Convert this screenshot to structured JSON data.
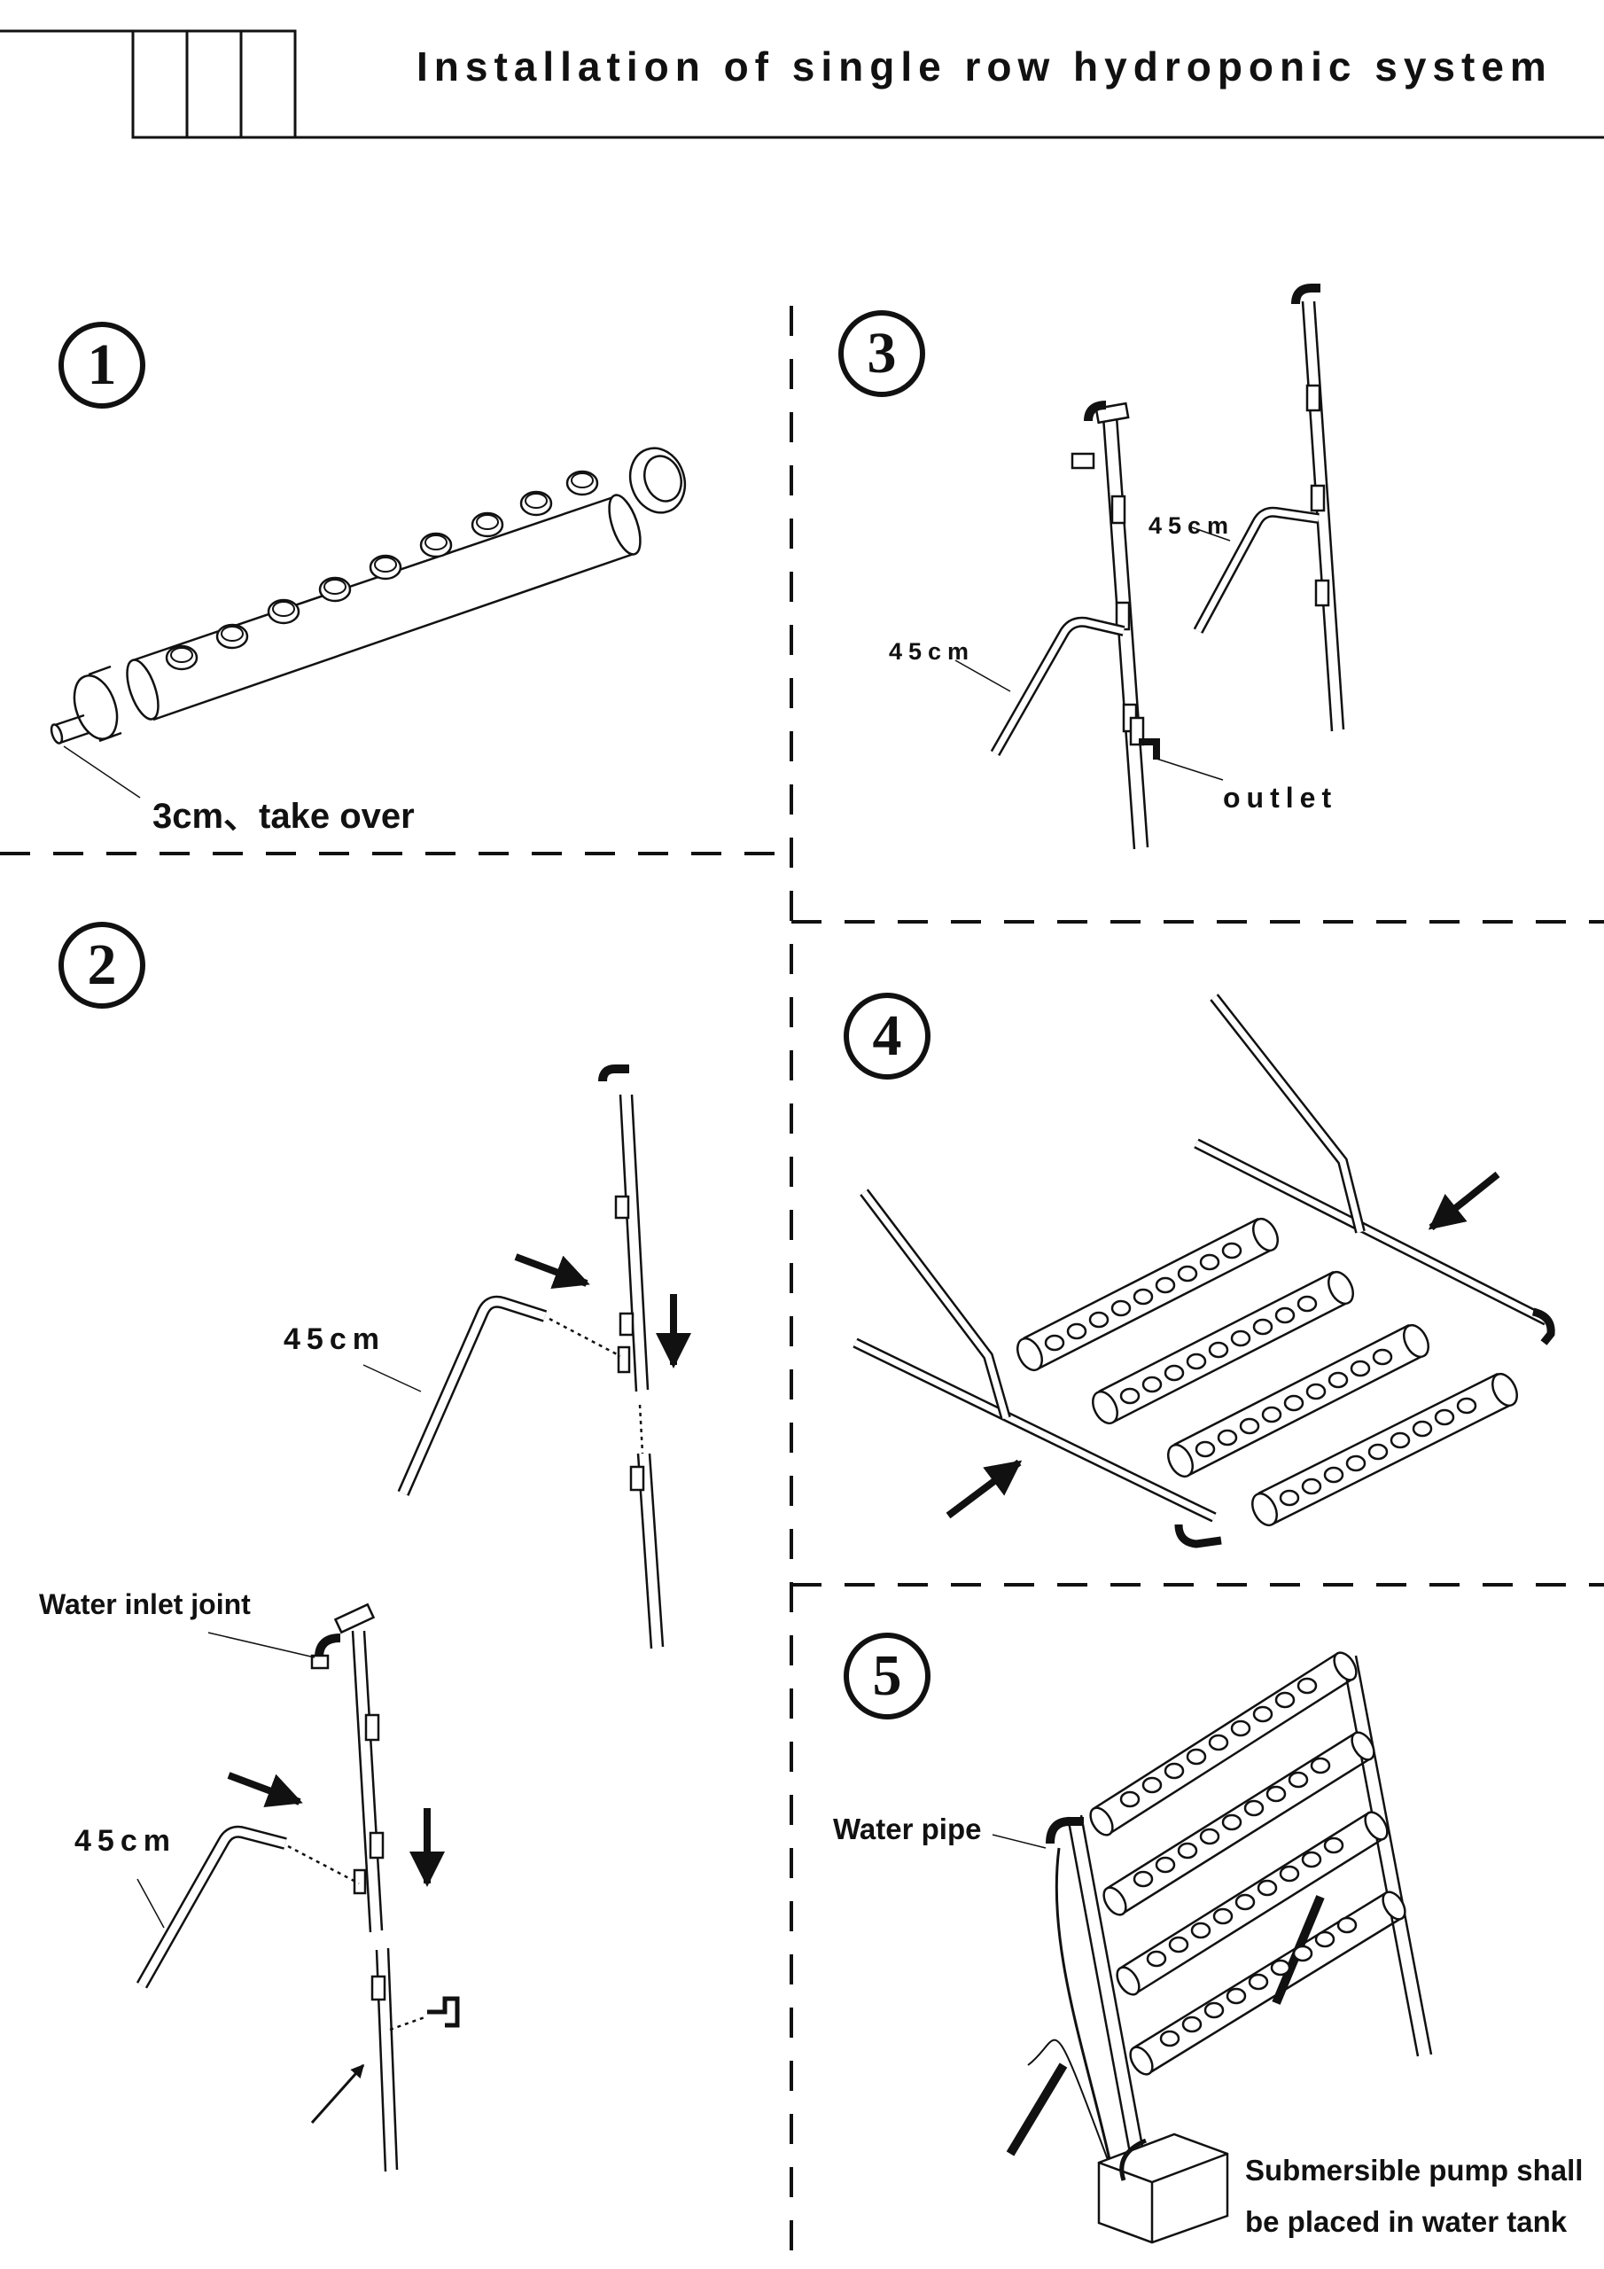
{
  "title": "Installation of single row hydroponic system",
  "steps": {
    "s1": "1",
    "s2": "2",
    "s3": "3",
    "s4": "4",
    "s5": "5"
  },
  "labels": {
    "take_over": "3cm、take over",
    "len_s3_a": "45cm",
    "len_s3_b": "45cm",
    "outlet": "outlet",
    "len_s2_a": "45cm",
    "water_inlet_joint": "Water inlet joint",
    "len_s2_b": "45cm",
    "water_pipe": "Water pipe",
    "pump_line1": "Submersible pump shall",
    "pump_line2": "be placed in water tank"
  }
}
